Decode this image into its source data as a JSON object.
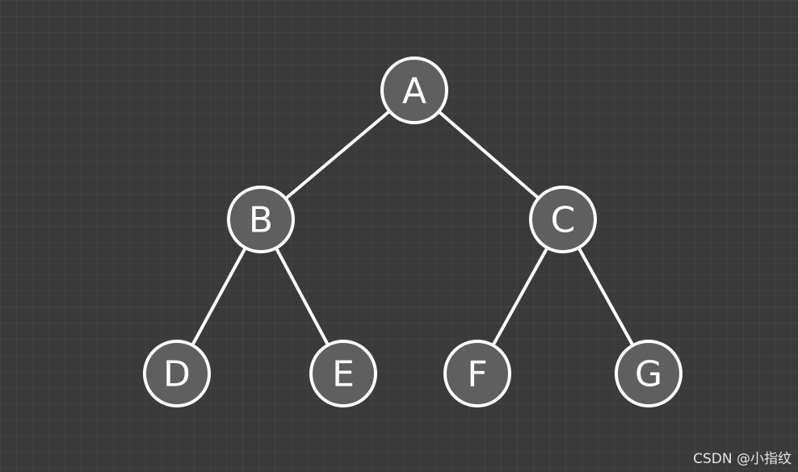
{
  "diagram": {
    "type": "binary-tree",
    "nodes": [
      {
        "id": "A",
        "label": "A"
      },
      {
        "id": "B",
        "label": "B"
      },
      {
        "id": "C",
        "label": "C"
      },
      {
        "id": "D",
        "label": "D"
      },
      {
        "id": "E",
        "label": "E"
      },
      {
        "id": "F",
        "label": "F"
      },
      {
        "id": "G",
        "label": "G"
      }
    ],
    "edges": [
      {
        "from": "A",
        "to": "B"
      },
      {
        "from": "A",
        "to": "C"
      },
      {
        "from": "B",
        "to": "D"
      },
      {
        "from": "B",
        "to": "E"
      },
      {
        "from": "C",
        "to": "F"
      },
      {
        "from": "C",
        "to": "G"
      }
    ]
  },
  "watermark": {
    "text": "CSDN @小指纹"
  },
  "colors": {
    "background": "#3a3a3a",
    "node_fill": "#5f5f5f",
    "stroke": "#ffffff",
    "text": "#ffffff"
  }
}
